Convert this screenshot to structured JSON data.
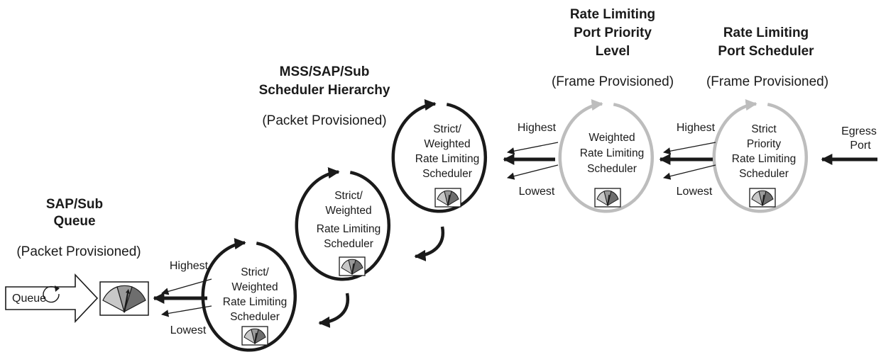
{
  "headings": {
    "sap_queue": [
      "SAP/Sub",
      "Queue"
    ],
    "mss": [
      "MSS/SAP/Sub",
      "Scheduler Hierarchy"
    ],
    "port_priority": [
      "Rate Limiting",
      "Port Priority",
      "Level"
    ],
    "port_scheduler": [
      "Rate Limiting",
      "Port Scheduler"
    ]
  },
  "provisioning": {
    "sap_queue": "(Packet Provisioned)",
    "mss": "(Packet Provisioned)",
    "port_priority": "(Frame Provisioned)",
    "port_scheduler": "(Frame Provisioned)"
  },
  "queue_label": "Queue",
  "labels": {
    "highest": "Highest",
    "lowest": "Lowest",
    "egress": [
      "Egress",
      "Port"
    ]
  },
  "schedulers": {
    "s1": [
      "Strict/",
      "Weighted",
      "Rate Limiting",
      "Scheduler"
    ],
    "s2": [
      "Strict/",
      "Weighted",
      "Rate Limiting",
      "Scheduler"
    ],
    "s3": [
      "Strict/",
      "Weighted",
      "Rate Limiting",
      "Scheduler"
    ],
    "s4": [
      "Weighted",
      "Rate Limiting",
      "Scheduler"
    ],
    "s5": [
      "Strict",
      "Priority",
      "Rate Limiting",
      "Scheduler"
    ]
  },
  "colors": {
    "dark": "#1a1a1a",
    "light": "#bdbdbd",
    "gauge_light": "#c8c8c8",
    "gauge_dark": "#7a7a7a"
  }
}
